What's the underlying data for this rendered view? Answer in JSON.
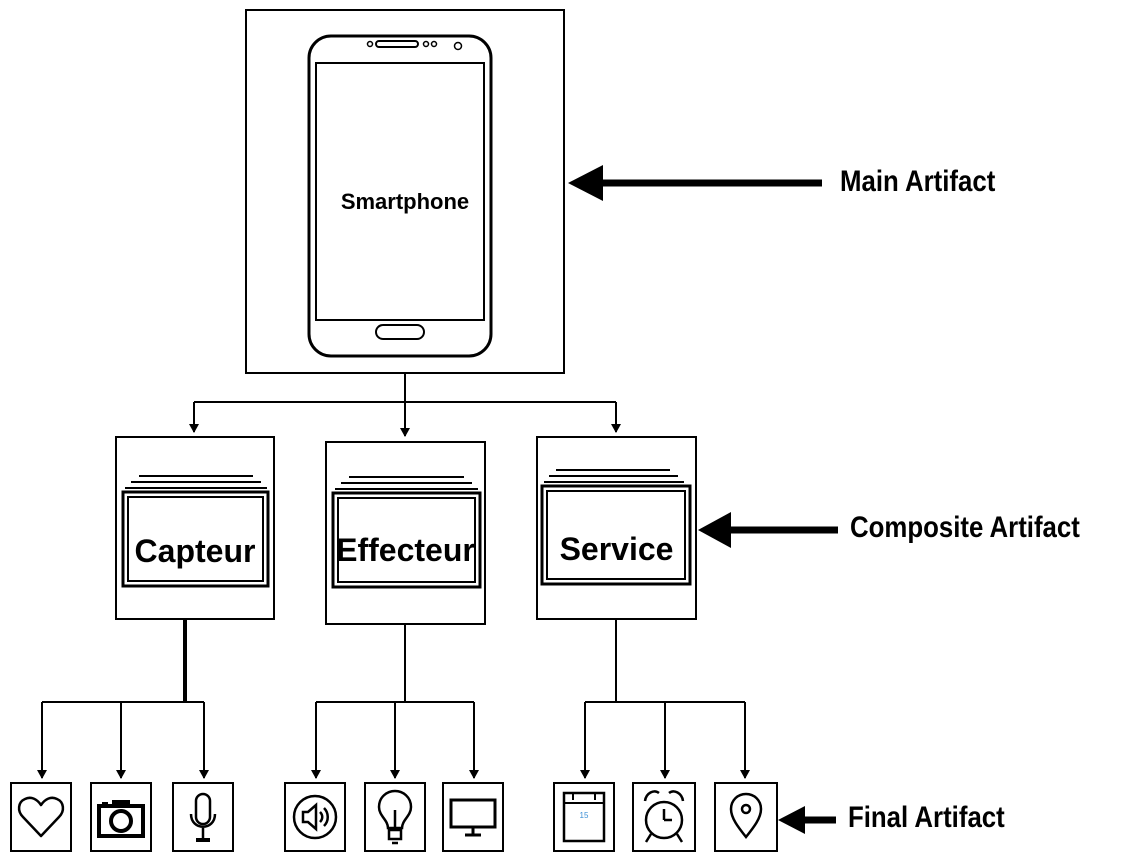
{
  "main": {
    "label": "Smartphone"
  },
  "composites": [
    {
      "label": "Capteur"
    },
    {
      "label": "Effecteur"
    },
    {
      "label": "Service"
    }
  ],
  "finals": [
    {
      "icon": "heart-icon"
    },
    {
      "icon": "camera-icon"
    },
    {
      "icon": "microphone-icon"
    },
    {
      "icon": "speaker-icon"
    },
    {
      "icon": "lightbulb-icon"
    },
    {
      "icon": "monitor-icon"
    },
    {
      "icon": "calendar-icon",
      "text": "15"
    },
    {
      "icon": "alarm-clock-icon"
    },
    {
      "icon": "location-pin-icon"
    }
  ],
  "levels": {
    "main": "Main Artifact",
    "composite": "Composite Artifact",
    "final": "Final Artifact"
  },
  "colors": {
    "stroke": "#000000",
    "calendar_number": "#3b8fd6"
  }
}
